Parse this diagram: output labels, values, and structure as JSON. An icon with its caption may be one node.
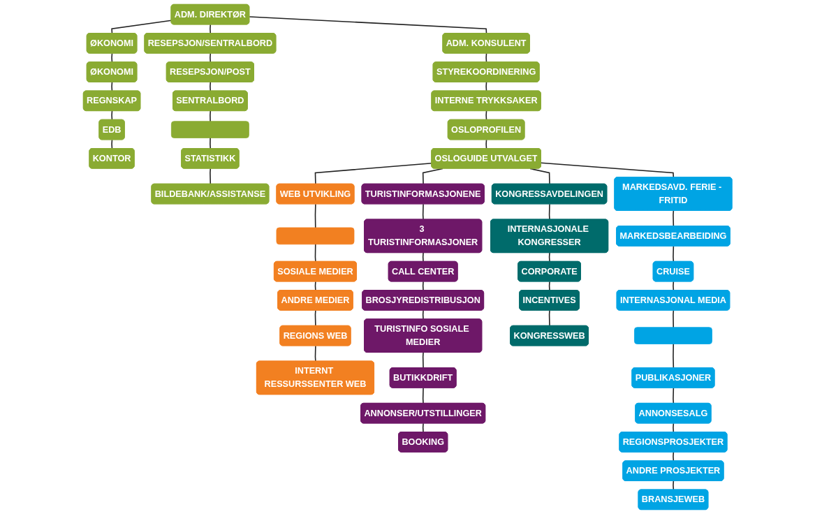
{
  "diagram": {
    "nodes": [
      {
        "text": [
          "ADM. DIREKTØR"
        ]
      },
      {
        "text": [
          "ØKONOMI"
        ]
      },
      {
        "text": [
          "ADM. KONSULENT"
        ]
      },
      {
        "text": [
          "RESEPSJON/SENTRALBORD"
        ]
      },
      {
        "text": [
          "ØKONOMI"
        ]
      },
      {
        "text": [
          "REGNSKAP"
        ]
      },
      {
        "text": [
          "EDB"
        ]
      },
      {
        "text": [
          "KONTOR"
        ]
      },
      {
        "text": [
          "STYREKOORDINERING"
        ]
      },
      {
        "text": [
          "INTERNE TRYKKSAKER"
        ]
      },
      {
        "text": [
          "OSLOPROFILEN"
        ]
      },
      {
        "text": [
          "OSLOGUIDE UTVALGET"
        ]
      },
      {
        "text": [
          "RESEPSJON/POST"
        ]
      },
      {
        "text": [
          "SENTRALBORD"
        ]
      },
      {
        "text": [],
        "shape": "box"
      },
      {
        "text": [
          "STATISTIKK"
        ]
      },
      {
        "text": [
          "BILDEBANK/ASSISTANSE"
        ]
      },
      {
        "text": [
          "WEB UTVIKLING"
        ]
      },
      {
        "text": [
          "TURISTINFORMASJONENE"
        ]
      },
      {
        "text": [
          "KONGRESSAVDELINGEN"
        ]
      },
      {
        "text": [
          "MARKEDSAVD. FERIE - FRITID"
        ]
      },
      {
        "text": [],
        "shape": "box"
      },
      {
        "text": [
          "SOSIALE MEDIER"
        ]
      },
      {
        "text": [
          "ANDRE MEDIER"
        ]
      },
      {
        "text": [
          "REGIONS WEB"
        ]
      },
      {
        "text": [
          "INTERNT RESSURSSENTER WEB"
        ]
      },
      {
        "text": [
          "3 TURISTINFORMASJONER"
        ]
      },
      {
        "text": [
          "CALL CENTER"
        ]
      },
      {
        "text": [
          "BROSJYREDISTRIBUSJON"
        ]
      },
      {
        "text": [
          "TURISTINFO SOSIALE MEDIER"
        ]
      },
      {
        "text": [
          "BUTIKKDRIFT"
        ]
      },
      {
        "text": [
          "ANNONSER/UTSTILLINGER"
        ]
      },
      {
        "text": [
          "BOOKING"
        ]
      },
      {
        "text": [
          "INTERNASJONALE KONGRESSER"
        ]
      },
      {
        "text": [
          "CORPORATE"
        ]
      },
      {
        "text": [
          "INCENTIVES"
        ]
      },
      {
        "text": [
          "KONGRESSWEB"
        ]
      },
      {
        "text": [
          "MARKEDSBEARBEIDING"
        ]
      },
      {
        "text": [
          "CRUISE"
        ]
      },
      {
        "text": [
          "INTERNASJONAL MEDIA"
        ]
      },
      {
        "text": [],
        "shape": "box"
      },
      {
        "text": [
          "PUBLIKASJONER"
        ]
      },
      {
        "text": [
          "ANNONSESALG"
        ]
      },
      {
        "text": [
          "REGIONSPROSJEKTER"
        ]
      },
      {
        "text": [
          "ANDRE PROSJEKTER"
        ]
      },
      {
        "text": [
          "BRANSJEWEB"
        ]
      }
    ],
    "edges": [
      {
        "from": 0,
        "to": 1,
        "arrow": "none"
      },
      {
        "from": 0,
        "to": 2,
        "arrow": "none"
      },
      {
        "from": 0,
        "to": 3,
        "arrow": "none"
      },
      {
        "from": 1,
        "to": 4,
        "arrow": "none"
      },
      {
        "from": 4,
        "to": 5,
        "arrow": "none"
      },
      {
        "from": 5,
        "to": 6,
        "arrow": "none"
      },
      {
        "from": 6,
        "to": 7,
        "arrow": "none"
      },
      {
        "from": 2,
        "to": 8,
        "arrow": "none"
      },
      {
        "from": 8,
        "to": 9,
        "arrow": "none"
      },
      {
        "from": 9,
        "to": 10,
        "arrow": "none"
      },
      {
        "from": 10,
        "to": 11,
        "arrow": "none"
      },
      {
        "from": 3,
        "to": 12,
        "arrow": "none"
      },
      {
        "from": 12,
        "to": 13,
        "arrow": "none"
      },
      {
        "from": 13,
        "to": 14,
        "arrow": "none"
      },
      {
        "from": 14,
        "to": 15,
        "arrow": "none"
      },
      {
        "from": 15,
        "to": 16,
        "arrow": "none"
      },
      {
        "from": 11,
        "to": 17,
        "arrow": "none"
      },
      {
        "from": 11,
        "to": 18,
        "arrow": "none"
      },
      {
        "from": 11,
        "to": 19,
        "arrow": "none"
      },
      {
        "from": 11,
        "to": 20,
        "arrow": "none"
      },
      {
        "from": 17,
        "to": 21,
        "arrow": "none"
      },
      {
        "from": 21,
        "to": 22,
        "arrow": "none"
      },
      {
        "from": 22,
        "to": 23,
        "arrow": "none"
      },
      {
        "from": 23,
        "to": 24,
        "arrow": "none"
      },
      {
        "from": 24,
        "to": 25,
        "arrow": "none"
      },
      {
        "from": 18,
        "to": 26,
        "arrow": "none"
      },
      {
        "from": 26,
        "to": 27,
        "arrow": "none"
      },
      {
        "from": 27,
        "to": 28,
        "arrow": "none"
      },
      {
        "from": 28,
        "to": 29,
        "arrow": "none"
      },
      {
        "from": 29,
        "to": 30,
        "arrow": "none"
      },
      {
        "from": 30,
        "to": 31,
        "arrow": "none"
      },
      {
        "from": 31,
        "to": 32,
        "arrow": "none"
      },
      {
        "from": 19,
        "to": 33,
        "arrow": "none"
      },
      {
        "from": 33,
        "to": 34,
        "arrow": "none"
      },
      {
        "from": 34,
        "to": 35,
        "arrow": "none"
      },
      {
        "from": 35,
        "to": 36,
        "arrow": "none"
      },
      {
        "from": 20,
        "to": 37,
        "arrow": "none"
      },
      {
        "from": 37,
        "to": 38,
        "arrow": "none"
      },
      {
        "from": 38,
        "to": 39,
        "arrow": "none"
      },
      {
        "from": 39,
        "to": 40,
        "arrow": "none"
      },
      {
        "from": 40,
        "to": 41,
        "arrow": "none"
      },
      {
        "from": 41,
        "to": 42,
        "arrow": "none"
      },
      {
        "from": 42,
        "to": 43,
        "arrow": "none"
      },
      {
        "from": 43,
        "to": 44,
        "arrow": "none"
      },
      {
        "from": 44,
        "to": 45,
        "arrow": "none"
      }
    ]
  }
}
